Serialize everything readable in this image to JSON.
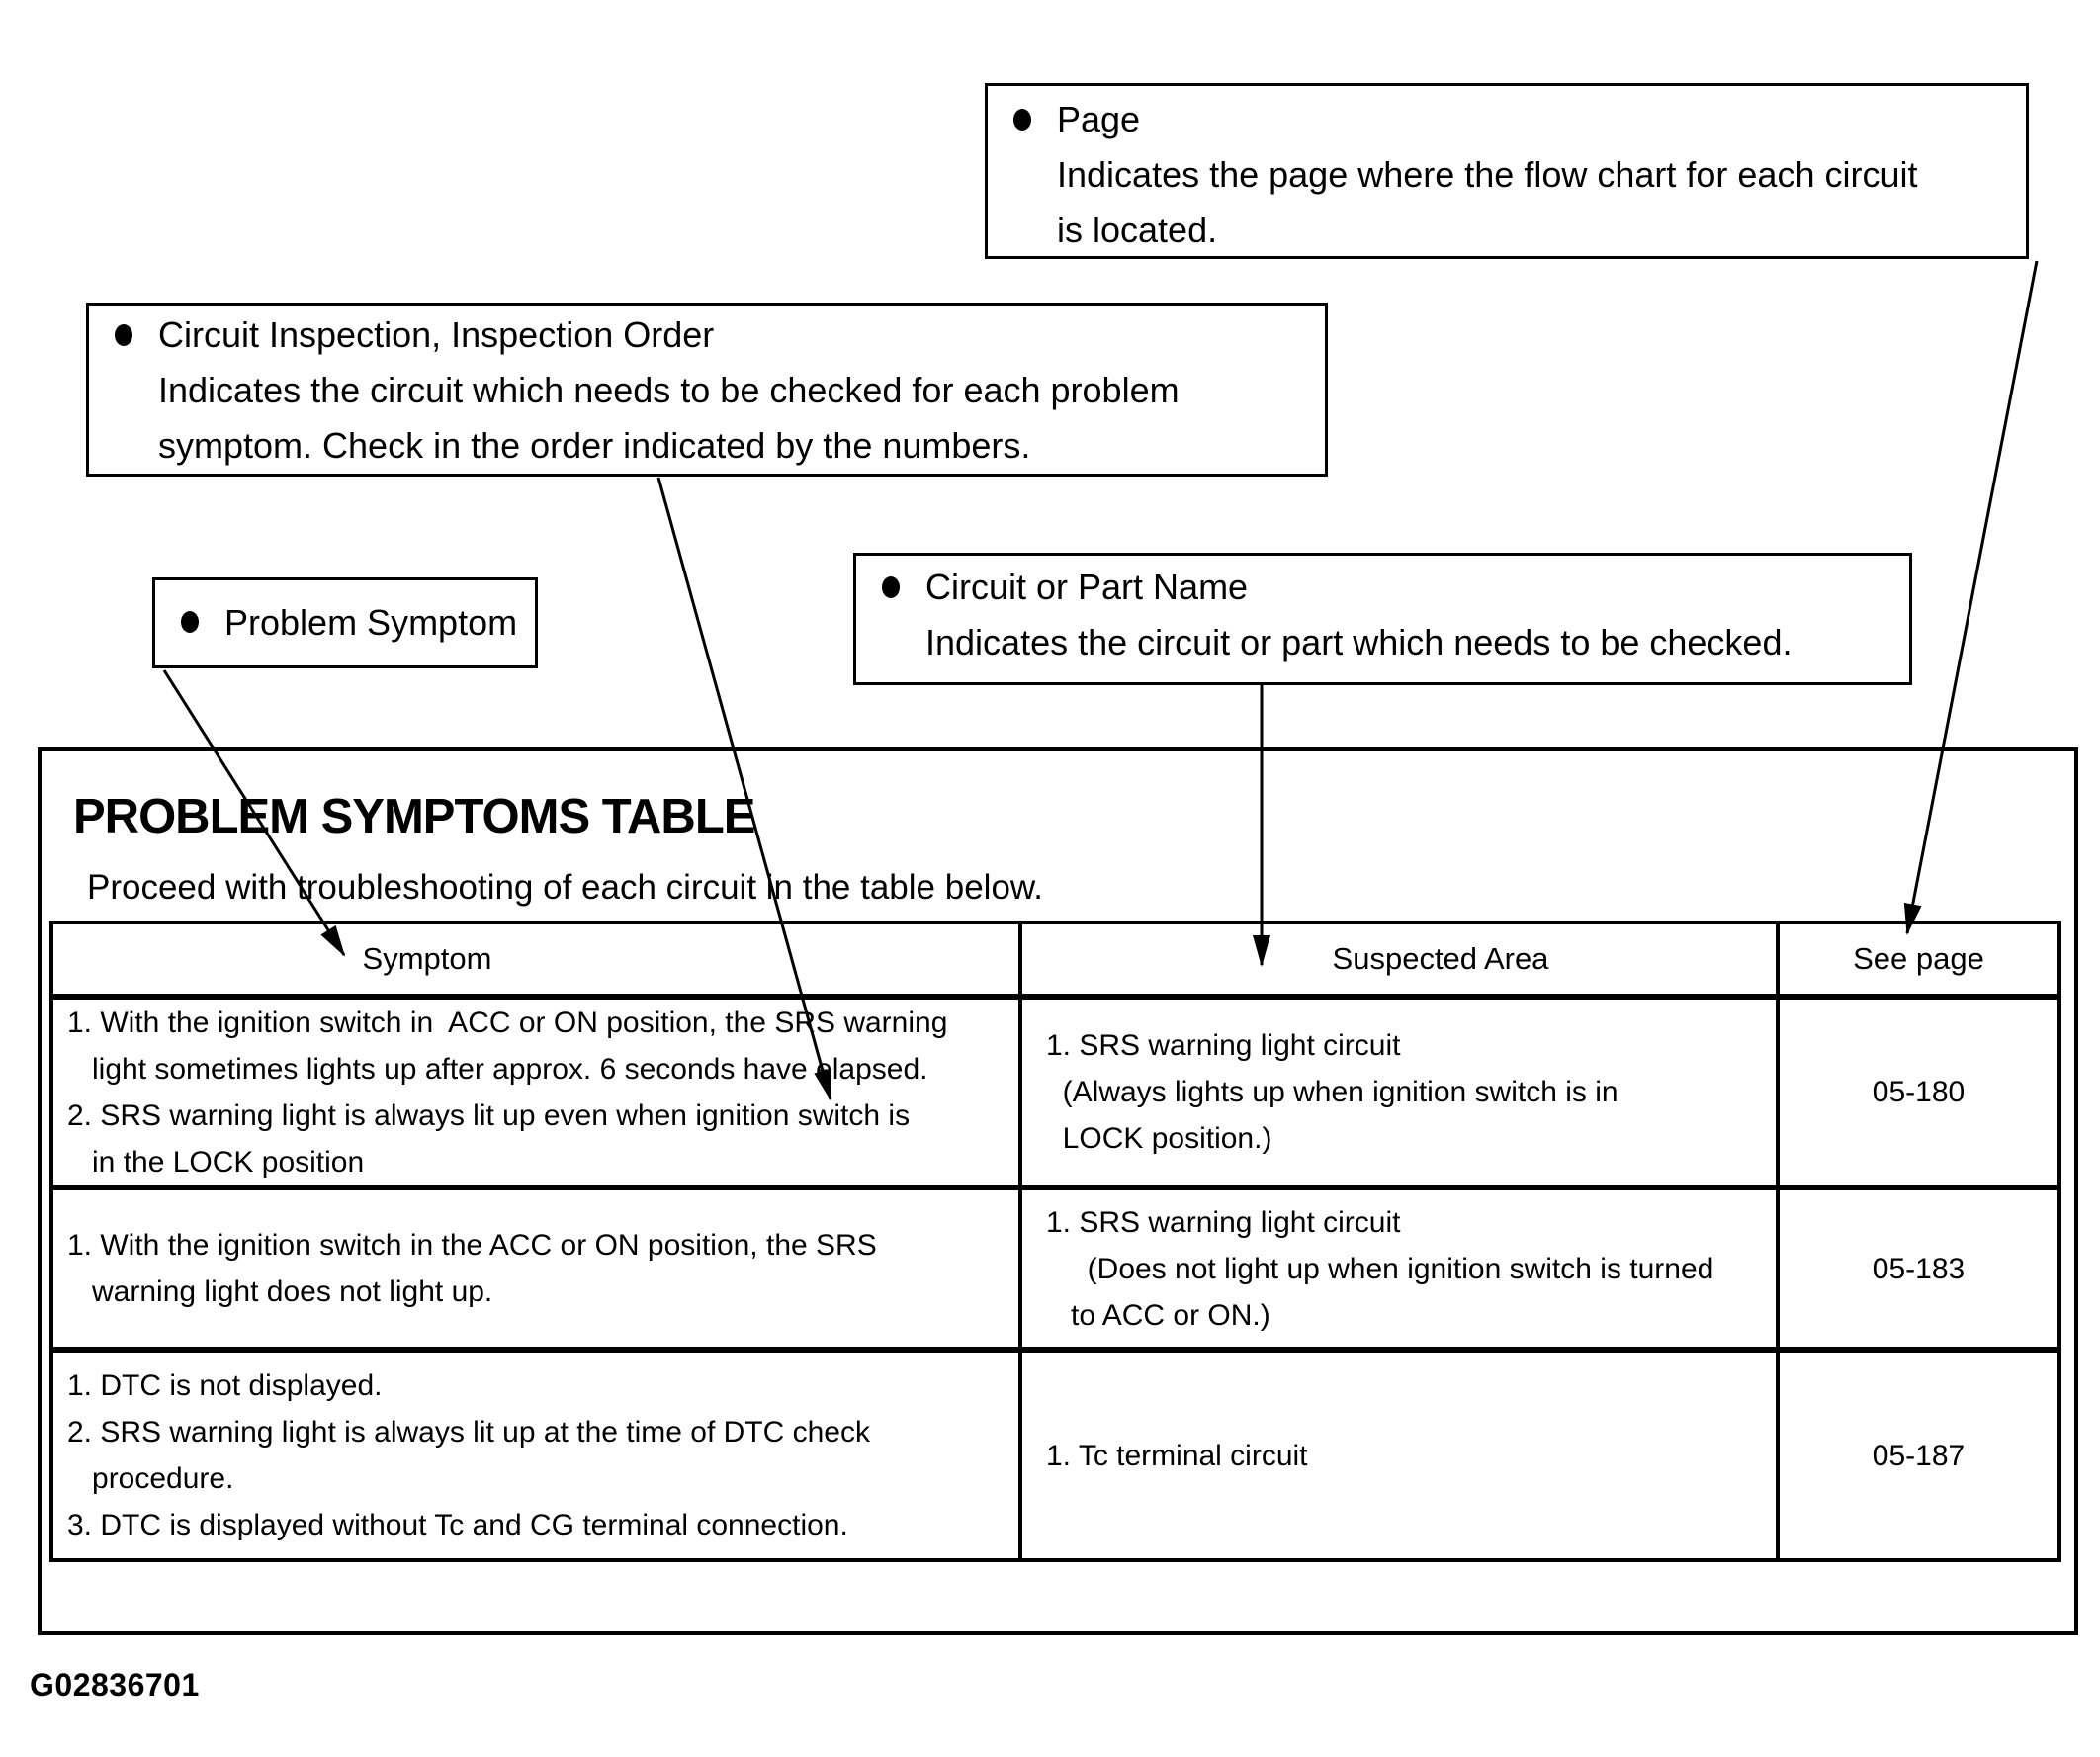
{
  "callouts": {
    "page": {
      "title": "Page",
      "description": "Indicates the page where the flow chart for each circuit\nis located."
    },
    "inspection": {
      "title": "Circuit Inspection, Inspection Order",
      "description": "Indicates the circuit which needs to be checked for each problem\nsymptom. Check in the order indicated by the numbers."
    },
    "symptom": {
      "title": "Problem Symptom"
    },
    "part": {
      "title": "Circuit or Part Name",
      "description": "Indicates the circuit or part which needs to be checked."
    }
  },
  "section": {
    "title": "PROBLEM SYMPTOMS TABLE",
    "intro": "Proceed with troubleshooting of each circuit in the table below.",
    "table": {
      "headers": [
        "Symptom",
        "Suspected Area",
        "See page"
      ],
      "rows": [
        {
          "symptom": "1. With the ignition switch in  ACC or ON position, the SRS warning\n   light sometimes lights up after approx. 6 seconds have elapsed.\n2. SRS warning light is always lit up even when ignition switch is\n   in the LOCK position",
          "suspected": "1. SRS warning light circuit\n  (Always lights up when ignition switch is in\n  LOCK position.)",
          "see_page": "05-180"
        },
        {
          "symptom": "1. With the ignition switch in the ACC or ON position, the SRS\n   warning light does not light up.",
          "suspected": "1. SRS warning light circuit\n     (Does not light up when ignition switch is turned\n   to ACC or ON.)",
          "see_page": "05-183"
        },
        {
          "symptom": "1. DTC is not displayed.\n2. SRS warning light is always lit up at the time of DTC check\n   procedure.\n3. DTC is displayed without Tc and CG terminal connection.",
          "suspected": "1. Tc terminal circuit",
          "see_page": "05-187"
        }
      ]
    }
  },
  "figure_code": "G02836701"
}
